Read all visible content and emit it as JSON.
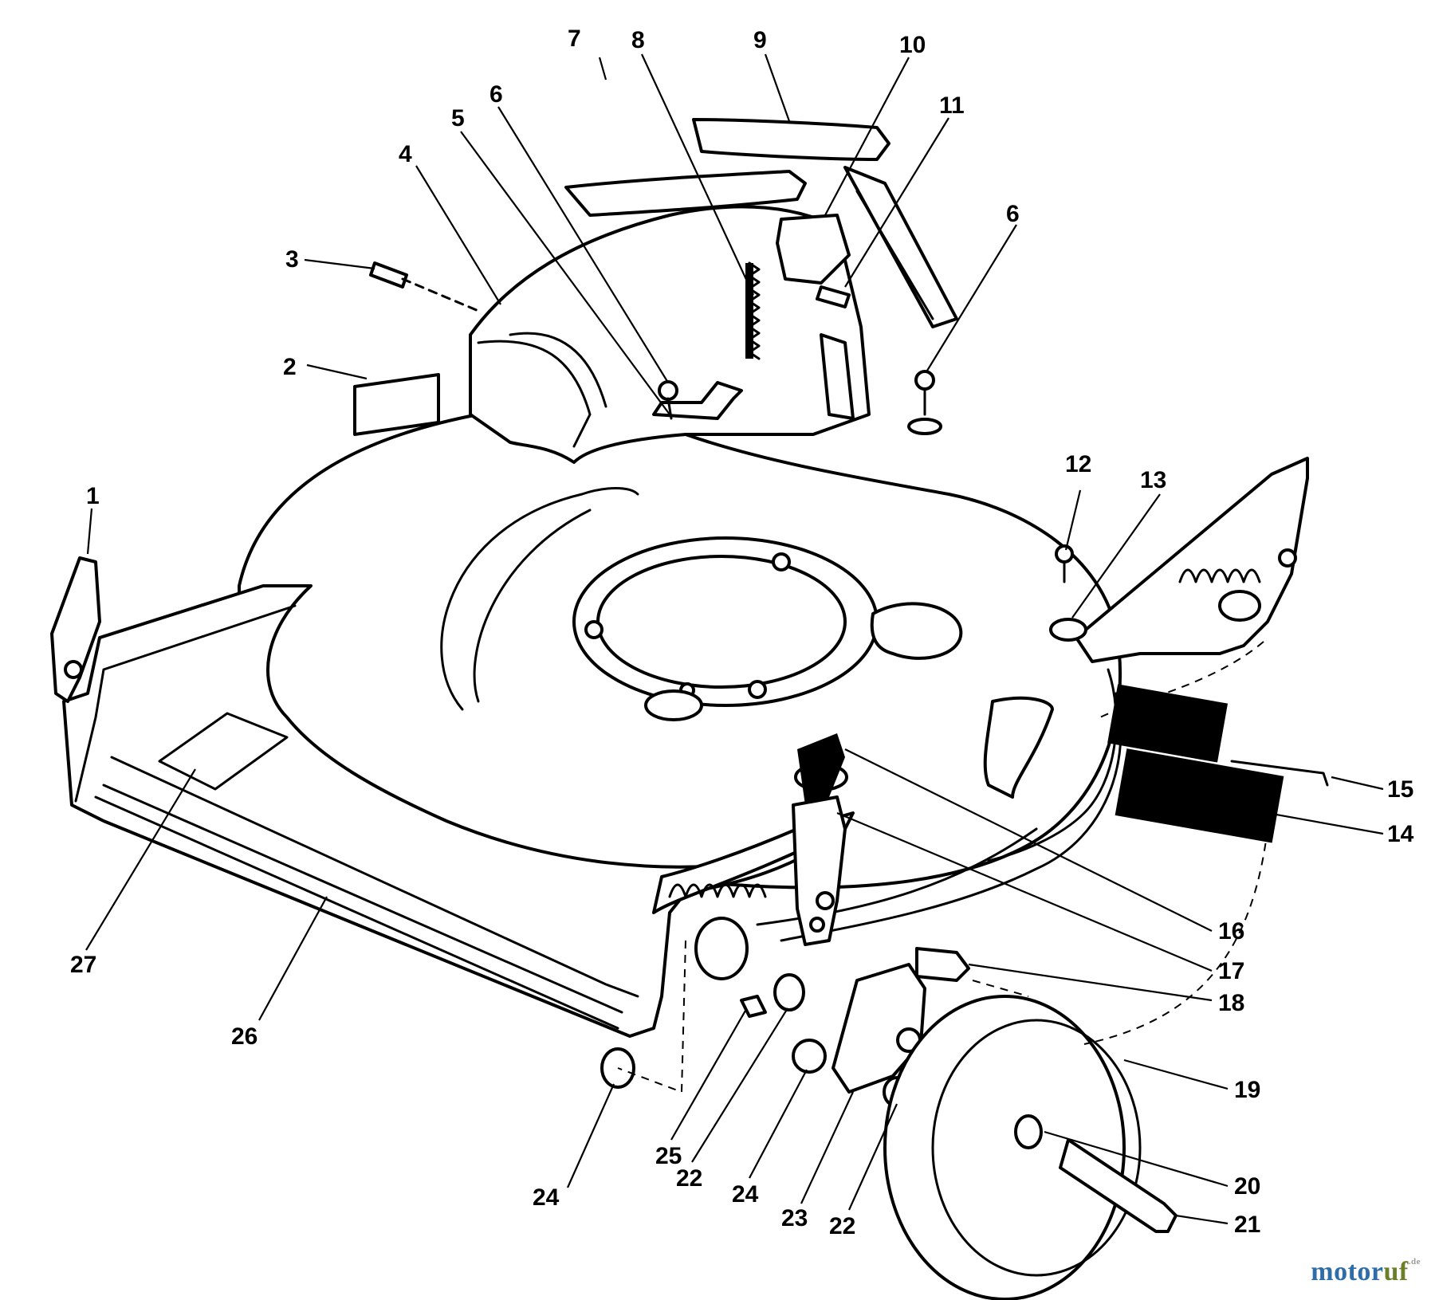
{
  "labels": {
    "p1": "1",
    "p2": "2",
    "p3": "3",
    "p4": "4",
    "p5": "5",
    "p6a": "6",
    "p6b": "6",
    "p7": "7",
    "p8": "8",
    "p9": "9",
    "p10": "10",
    "p11": "11",
    "p12": "12",
    "p13": "13",
    "p14": "14",
    "p15": "15",
    "p16": "16",
    "p17": "17",
    "p18": "18",
    "p19": "19",
    "p20": "20",
    "p21": "21",
    "p22a": "22",
    "p22b": "22",
    "p23": "23",
    "p24a": "24",
    "p24b": "24",
    "p25": "25",
    "p26": "26",
    "p27": "27"
  },
  "watermark": {
    "part1": "motor",
    "part2": "uf",
    "part3": ".de"
  }
}
